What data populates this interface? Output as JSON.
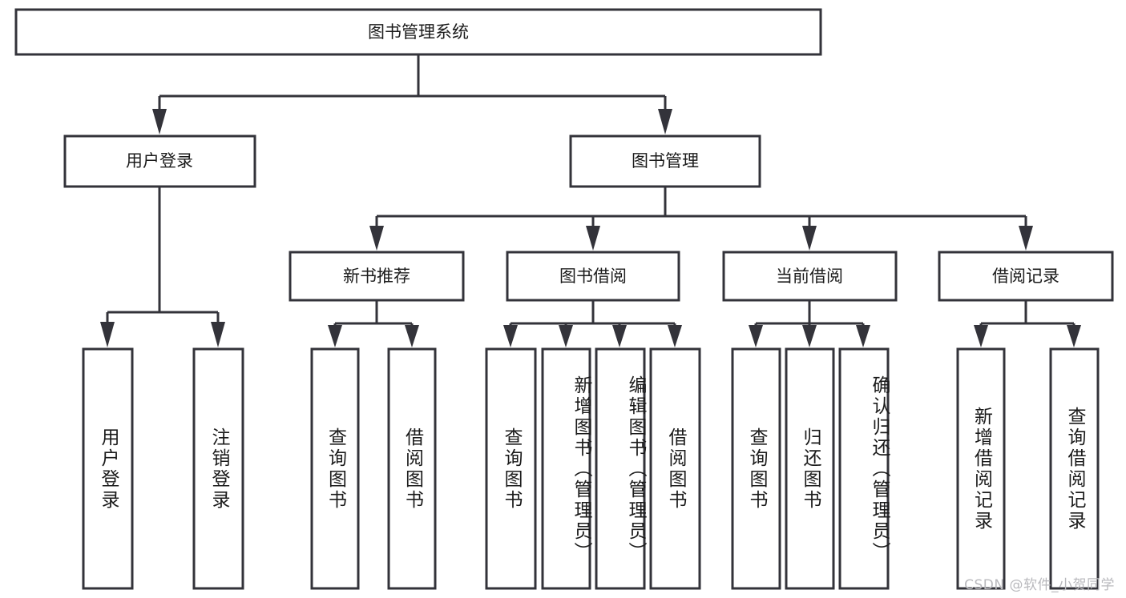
{
  "diagram": {
    "title_node": {
      "label": "图书管理系统"
    },
    "level2": [
      {
        "id": "user-login",
        "label": "用户登录"
      },
      {
        "id": "book-management",
        "label": "图书管理"
      }
    ],
    "level3": [
      {
        "id": "new-book-recommend",
        "label": "新书推荐"
      },
      {
        "id": "book-borrow",
        "label": "图书借阅"
      },
      {
        "id": "current-borrow",
        "label": "当前借阅"
      },
      {
        "id": "borrow-record",
        "label": "借阅记录"
      }
    ],
    "leaves": [
      {
        "id": "leaf-user-login",
        "label": "用户登录",
        "parent": "user-login"
      },
      {
        "id": "leaf-logout-login",
        "label": "注销登录",
        "parent": "user-login"
      },
      {
        "id": "leaf-query-book-1",
        "label": "查询图书",
        "parent": "new-book-recommend"
      },
      {
        "id": "leaf-borrow-book-1",
        "label": "借阅图书",
        "parent": "new-book-recommend"
      },
      {
        "id": "leaf-query-book-2",
        "label": "查询图书",
        "parent": "book-borrow"
      },
      {
        "id": "leaf-add-book",
        "label": "新增图书（管理员）",
        "parent": "book-borrow"
      },
      {
        "id": "leaf-edit-book",
        "label": "编辑图书（管理员）",
        "parent": "book-borrow"
      },
      {
        "id": "leaf-borrow-book-2",
        "label": "借阅图书",
        "parent": "book-borrow"
      },
      {
        "id": "leaf-query-book-3",
        "label": "查询图书",
        "parent": "current-borrow"
      },
      {
        "id": "leaf-return-book",
        "label": "归还图书",
        "parent": "current-borrow"
      },
      {
        "id": "leaf-confirm-return",
        "label": "确认归还（管理员）",
        "parent": "current-borrow"
      },
      {
        "id": "leaf-add-record",
        "label": "新增借阅记录",
        "parent": "borrow-record"
      },
      {
        "id": "leaf-query-record",
        "label": "查询借阅记录",
        "parent": "borrow-record"
      }
    ],
    "watermark": "CSDN @软件_小贺同学",
    "colors": {
      "stroke": "#33333a",
      "fill": "#ffffff",
      "text": "#1b1b1b",
      "watermark": "#b9b9bd"
    }
  }
}
